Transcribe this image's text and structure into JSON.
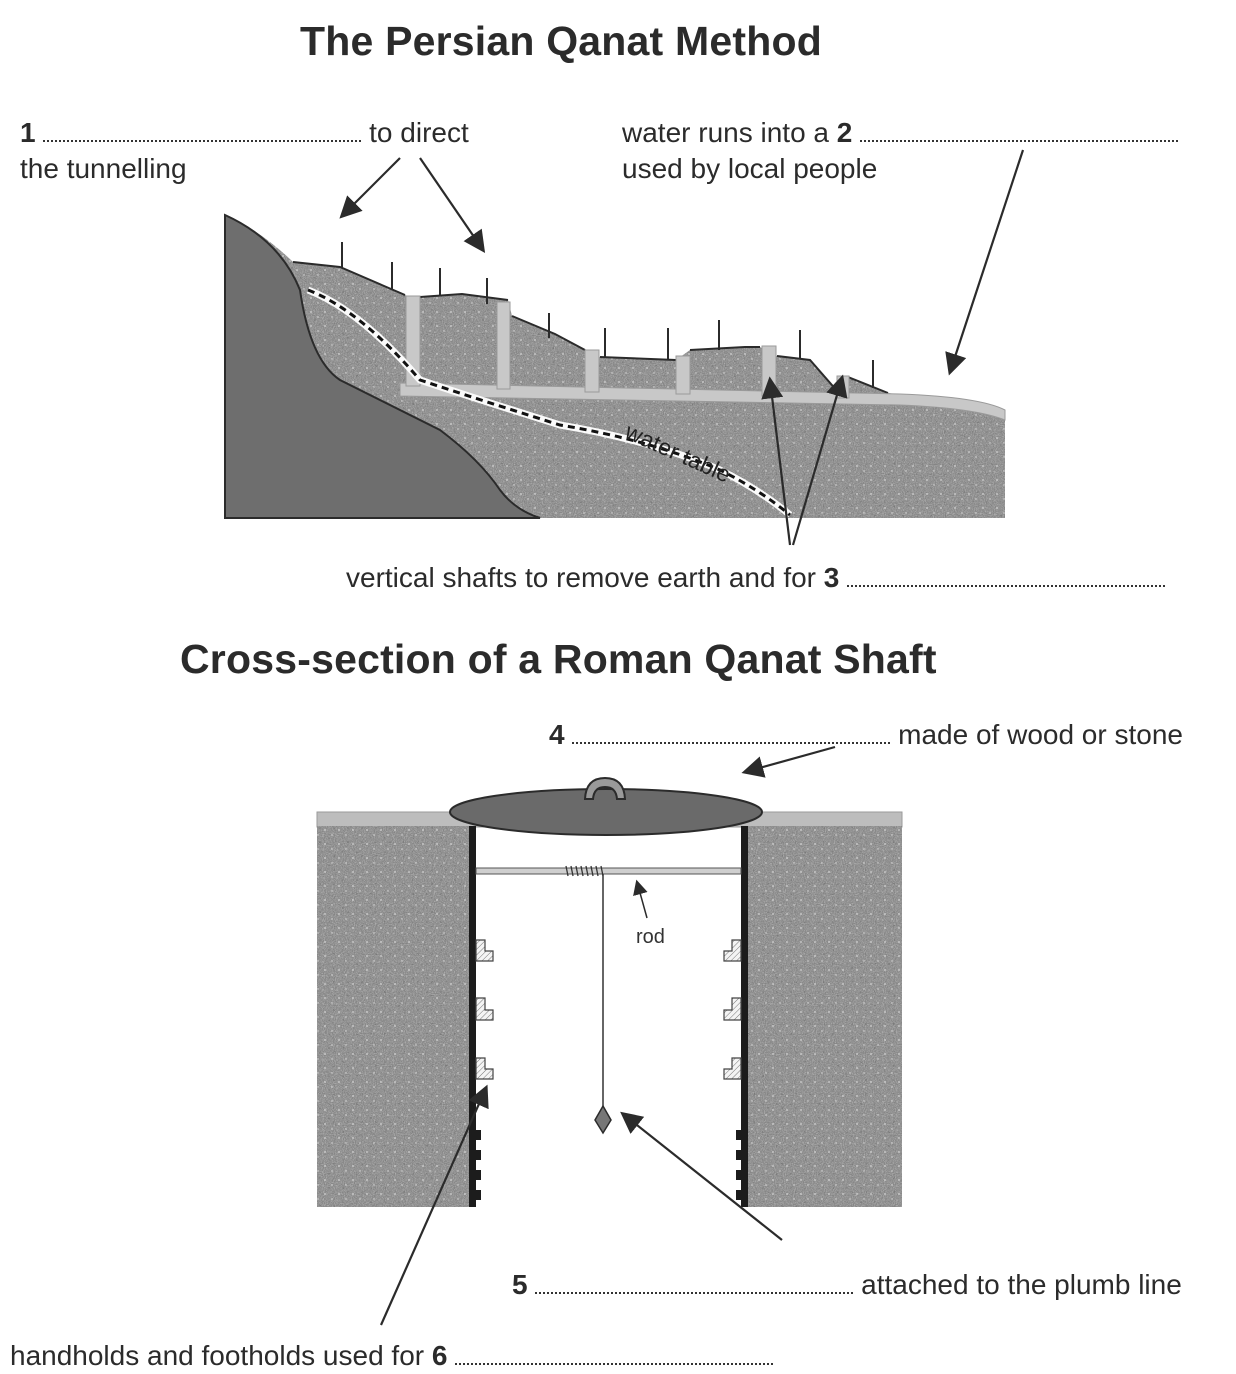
{
  "titles": {
    "persian": "The Persian Qanat Method",
    "roman": "Cross-section of a Roman Qanat Shaft"
  },
  "persian": {
    "label1_num": "1",
    "label1_after": "to direct",
    "label1_line2": "the tunnelling",
    "label2_text": "water runs into a",
    "label2_num": "2",
    "label2_line2": "used by local people",
    "water_table": "water table",
    "label3_text": "vertical shafts to remove earth and for",
    "label3_num": "3"
  },
  "roman": {
    "label4_num": "4",
    "label4_after": "made of wood or stone",
    "rod": "rod",
    "label5_num": "5",
    "label5_after": "attached to the plumb line",
    "label6_text": "handholds and footholds used for",
    "label6_num": "6"
  },
  "colors": {
    "rock_dark": "#6e6e6e",
    "earth": "#8a8a8a",
    "tunnel": "#bdbdbd",
    "lid": "#6a6a6a",
    "line": "#2b2b2b"
  }
}
